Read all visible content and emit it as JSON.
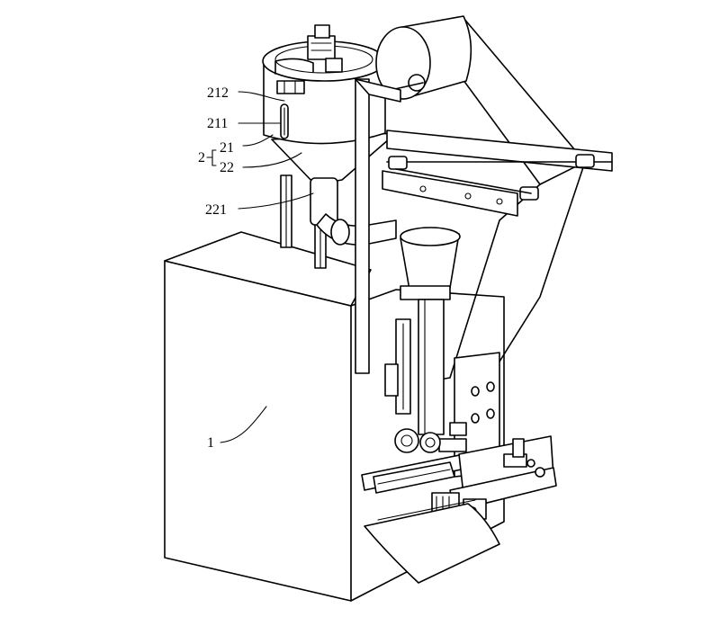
{
  "labels": {
    "l212": "212",
    "l211": "211",
    "l2": "2",
    "l21": "21",
    "l22": "22",
    "l221": "221",
    "l1": "1"
  }
}
